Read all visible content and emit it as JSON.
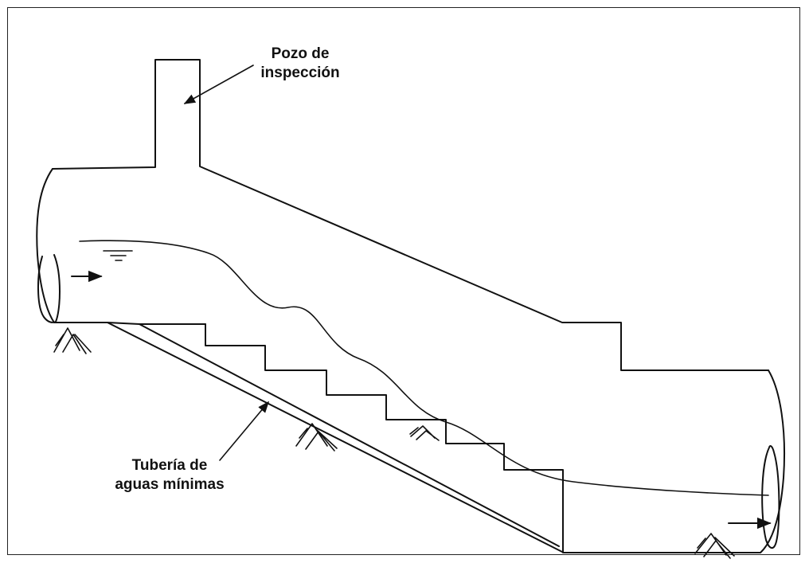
{
  "labels": {
    "pozo": [
      "Pozo de",
      "inspección"
    ],
    "tuberia": [
      "Tubería de",
      "aguas mínimas"
    ]
  },
  "colors": {
    "line": "#111111",
    "background": "#ffffff"
  }
}
